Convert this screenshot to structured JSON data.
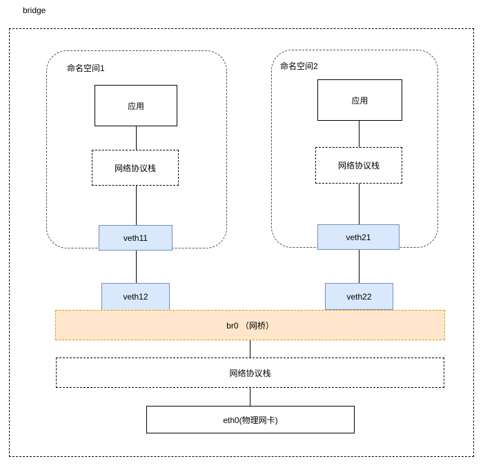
{
  "title": "bridge",
  "colors": {
    "veth_fill": "#dae8fc",
    "veth_border": "#6c8ebf",
    "bridge_fill": "#ffe6cc",
    "bridge_border": "#d79b00",
    "line": "#000000"
  },
  "namespaces": [
    {
      "label": "命名空间1",
      "app_label": "应用",
      "stack_label": "网络协议栈",
      "veth_inner_label": "veth11",
      "veth_outer_label": "veth12"
    },
    {
      "label": "命名空间2",
      "app_label": "应用",
      "stack_label": "网络协议栈",
      "veth_inner_label": "veth21",
      "veth_outer_label": "veth22"
    }
  ],
  "bridge": {
    "label": "br0 （网桥）"
  },
  "host_stack": {
    "label": "网络协议栈"
  },
  "nic": {
    "label": "eth0(物理网卡)"
  }
}
